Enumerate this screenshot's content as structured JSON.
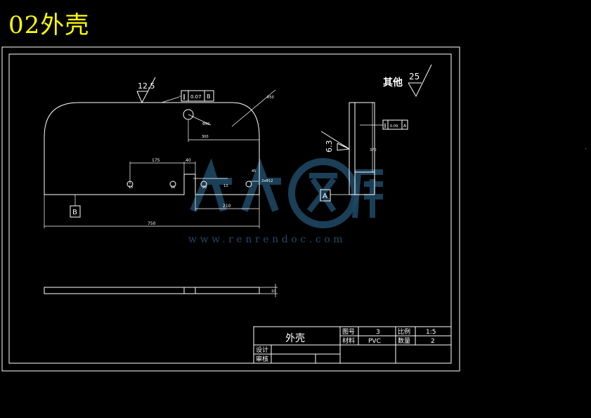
{
  "page": {
    "title": "02外壳"
  },
  "drawing": {
    "roughness_top": "12.5",
    "roughness_side": "6.3",
    "roughness_general": {
      "label": "其他",
      "value": "25"
    },
    "tolerance_top": {
      "symbol": "∥",
      "value": "0.07",
      "datum": "B"
    },
    "tolerance_side": {
      "symbol": "∥",
      "value": "0.09",
      "datum": "A"
    },
    "datum_a": "A",
    "datum_b": "B",
    "dim_175": "175",
    "dim_40": "40",
    "dim_210": "210",
    "dim_750": "750"
  },
  "title_block": {
    "part_name": "外壳",
    "drawing_no_label": "图号",
    "drawing_no": "3",
    "scale_label": "比例",
    "scale": "1:5",
    "material_label": "材料",
    "material": "PVC",
    "quantity_label": "数量",
    "quantity": "2",
    "designer_label": "设计",
    "reviewer_label": "审核"
  },
  "watermark": {
    "site": "www.renrendoc.com"
  }
}
